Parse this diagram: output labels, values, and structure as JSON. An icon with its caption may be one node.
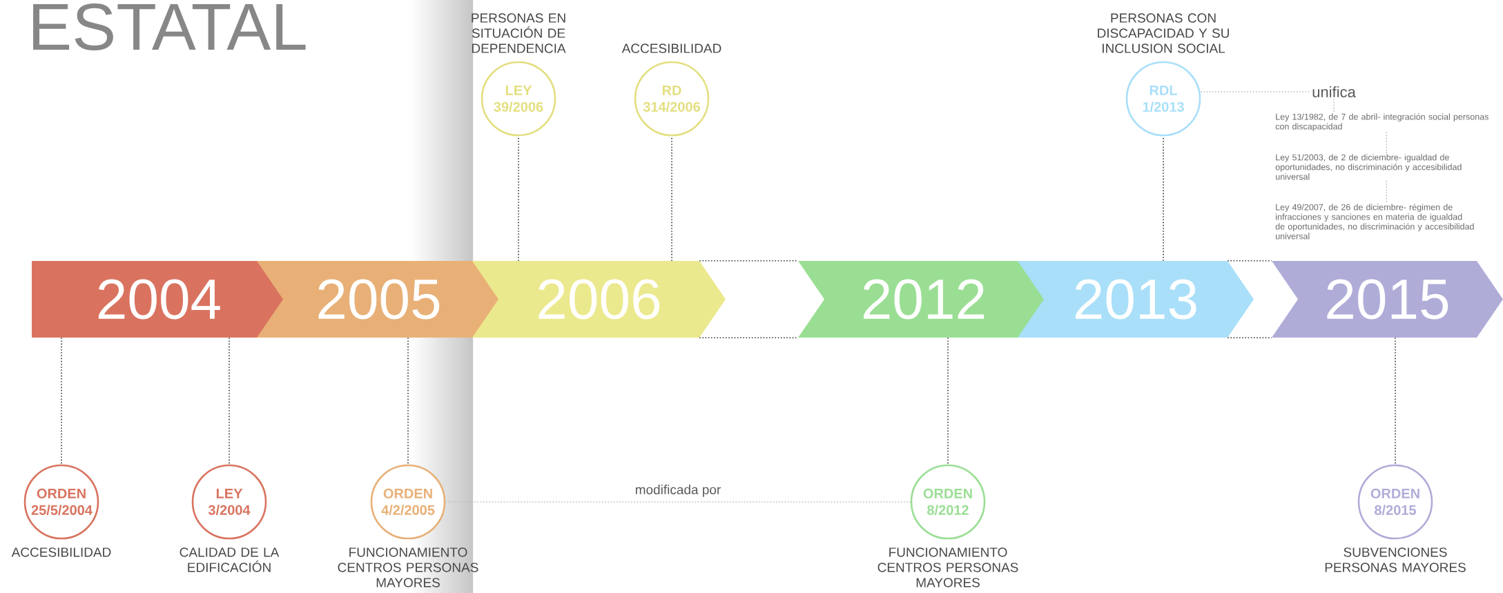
{
  "diagram": {
    "title": "ESTATAL",
    "nodes": [
      {
        "text": [
          "2004"
        ]
      },
      {
        "text": [
          "2005"
        ]
      },
      {
        "text": [
          "2006"
        ]
      },
      {
        "text": [
          "2012"
        ]
      },
      {
        "text": [
          "2013"
        ]
      },
      {
        "text": [
          "2015"
        ]
      },
      {
        "text": [
          "ORDEN 25/5/2004"
        ],
        "beside": [
          "ACCESIBILIDAD"
        ]
      },
      {
        "text": [
          "LEY 3/2004"
        ],
        "beside": [
          "CALIDAD DE LA EDIFICACIÓN"
        ]
      },
      {
        "text": [
          "ORDEN 4/2/2005"
        ],
        "beside": [
          "FUNCIONAMIENTO CENTROS PERSONAS MAYORES"
        ]
      },
      {
        "text": [
          "LEY 39/2006"
        ],
        "beside": [
          "PERSONAS EN SITUACIÓN DE DEPENDENCIA"
        ]
      },
      {
        "text": [
          "RD 314/2006"
        ],
        "beside": [
          "ACCESIBILIDAD"
        ]
      },
      {
        "text": [
          "ORDEN 8/2012"
        ],
        "beside": [
          "FUNCIONAMIENTO CENTROS PERSONAS MAYORES"
        ]
      },
      {
        "text": [
          "RDL 1/2013"
        ],
        "beside": [
          "PERSONAS CON DISCAPACIDAD Y SU INCLUSION SOCIAL"
        ]
      },
      {
        "text": [
          "unifica"
        ]
      },
      {
        "text": [
          "Ley 13/1982, de 7 de abril- integración social personas con discapacidad"
        ]
      },
      {
        "text": [
          "Ley 51/2003, de 2 de diciembre- igualdad de oportunidades, no discriminación y accesibilidad universal"
        ]
      },
      {
        "text": [
          "Ley 49/2007, de 26 de diciembre- régimen de infracciones y sanciones en materia de igualdad de oportunidades, no discriminación y accesibilidad universal"
        ]
      },
      {
        "text": [
          "ORDEN 8/2015"
        ],
        "beside": [
          "SUBVENCIONES PERSONAS MAYORES"
        ]
      }
    ],
    "edges": [
      {
        "from": 0,
        "to": 6,
        "arrow": "none"
      },
      {
        "from": 0,
        "to": 7,
        "arrow": "none"
      },
      {
        "from": 1,
        "to": 8,
        "arrow": "none"
      },
      {
        "from": 2,
        "to": 9,
        "arrow": "none"
      },
      {
        "from": 2,
        "to": 10,
        "arrow": "none"
      },
      {
        "from": 3,
        "to": 11,
        "arrow": "none"
      },
      {
        "from": 4,
        "to": 12,
        "arrow": "none"
      },
      {
        "from": 5,
        "to": 17,
        "arrow": "none"
      },
      {
        "from": 8,
        "to": 11,
        "arrow": "none",
        "label": "modificada por",
        "color": "#bbbbbb"
      },
      {
        "from": 12,
        "to": 13,
        "arrow": "none",
        "color": "#bbbbbb"
      },
      {
        "from": 13,
        "to": 14,
        "arrow": "none",
        "color": "#bbbbbb"
      },
      {
        "from": 14,
        "to": 15,
        "arrow": "none",
        "color": "#bbbbbb"
      },
      {
        "from": 15,
        "to": 16,
        "arrow": "none",
        "color": "#bbbbbb"
      },
      {
        "from": 2,
        "to": 3,
        "arrow": "none"
      },
      {
        "from": 2,
        "to": 3,
        "arrow": "none"
      },
      {
        "from": 4,
        "to": 5,
        "arrow": "none"
      },
      {
        "from": 4,
        "to": 5,
        "arrow": "none"
      }
    ]
  }
}
